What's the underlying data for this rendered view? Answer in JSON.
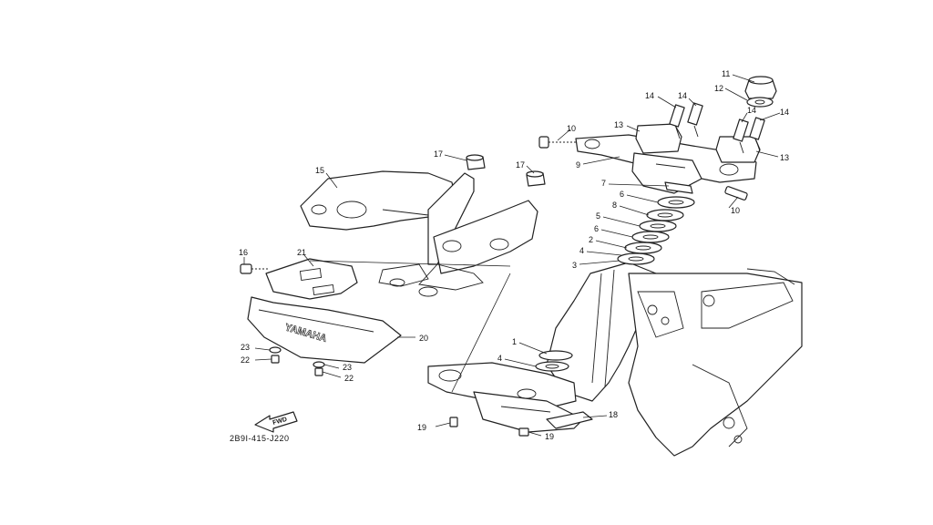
{
  "diagram": {
    "drawing_code": "2B9I-415-J220",
    "logo_text": "YAMAHA",
    "fwd_label": "FWD",
    "callouts": [
      "1",
      "2",
      "3",
      "4",
      "5",
      "6",
      "7",
      "8",
      "9",
      "10",
      "11",
      "12",
      "13",
      "14",
      "15",
      "16",
      "17",
      "18",
      "19",
      "20",
      "21",
      "22",
      "23"
    ],
    "labels": {
      "c11": "11",
      "c12": "12",
      "c14a": "14",
      "c14b": "14",
      "c14c": "14",
      "c14d": "14",
      "c13a": "13",
      "c13b": "13",
      "c10a": "10",
      "c10b": "10",
      "c9": "9",
      "c7": "7",
      "c6a": "6",
      "c8": "8",
      "c5": "5",
      "c6b": "6",
      "c2": "2",
      "c4a": "4",
      "c3": "3",
      "c17a": "17",
      "c17b": "17",
      "c15": "15",
      "c16": "16",
      "c21": "21",
      "c20": "20",
      "c23a": "23",
      "c22a": "22",
      "c23b": "23",
      "c22b": "22",
      "c1": "1",
      "c4b": "4",
      "c18": "18",
      "c19a": "19",
      "c19b": "19"
    }
  }
}
